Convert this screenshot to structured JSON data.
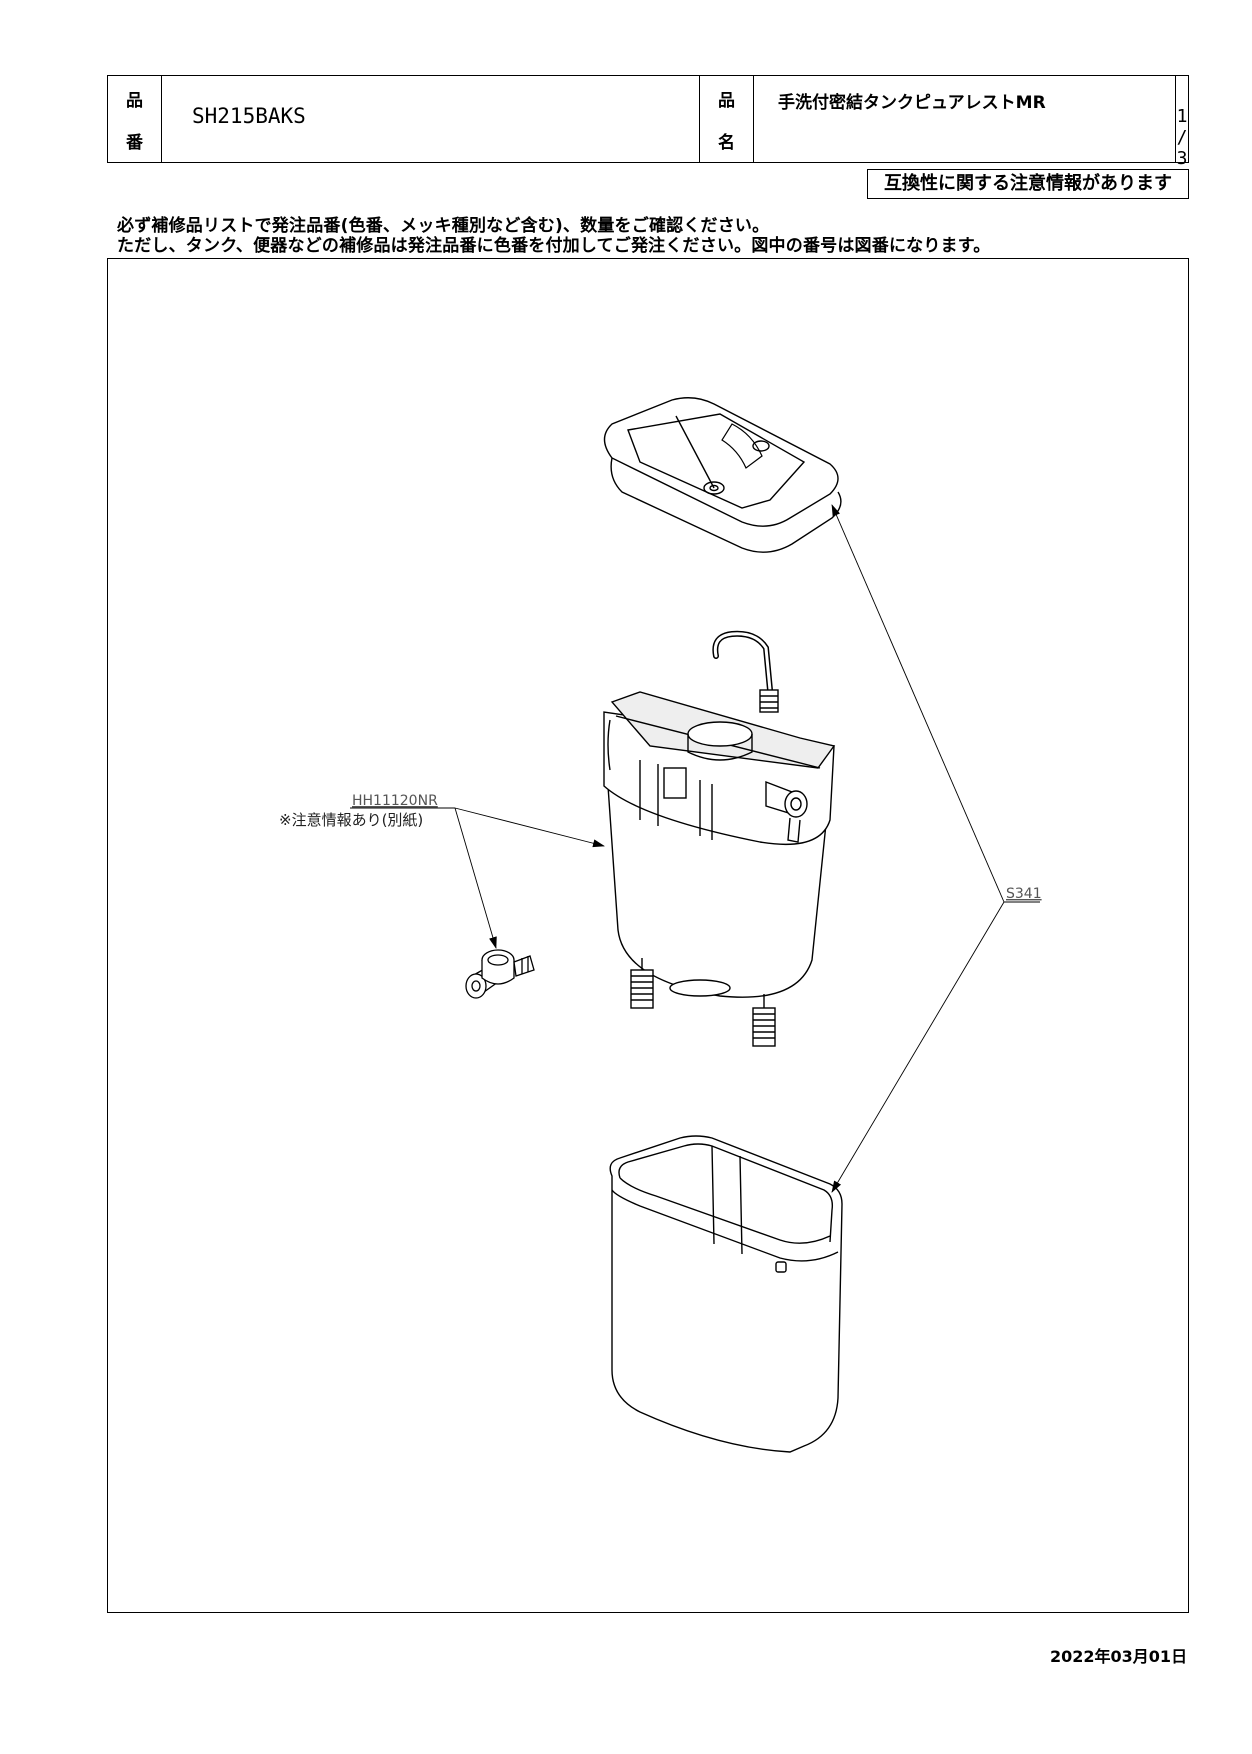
{
  "header": {
    "part_number_label_1": "品",
    "part_number_label_2": "番",
    "part_number": "SH215BAKS",
    "product_name_label_1": "品",
    "product_name_label_2": "名",
    "product_name": "手洗付密結タンクピュアレストMR",
    "page": "1 / 3"
  },
  "notice": "互換性に関する注意情報があります",
  "instructions": [
    "必ず補修品リストで発注品番(色番、メッキ種別など含む)、数量をご確認ください。",
    "ただし、タンク、便器などの補修品は発注品番に色番を付加してご発注ください。図中の番号は図番になります。"
  ],
  "diagram": {
    "callouts": [
      {
        "code": "HH11120NR",
        "note": "※注意情報あり(別紙)"
      },
      {
        "code": "S341"
      }
    ]
  },
  "date": "2022年03月01日"
}
